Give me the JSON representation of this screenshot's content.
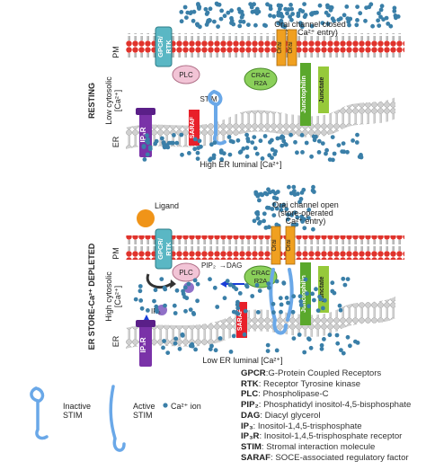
{
  "panels": {
    "resting": {
      "state_label": "RESTING",
      "orai_status_line1": "Orai channel closed",
      "orai_status_line2": "(No Ca²⁺ entry)",
      "pm": "PM",
      "er": "ER",
      "cytosol_line1": "Low cytosolic",
      "cytosol_line2": "[Ca²⁺]",
      "er_luminal": "High ER luminal [Ca²⁺]",
      "gpcr": "GPCR/",
      "rtk": "RTK",
      "plc": "PLC",
      "crac_line1": "CRAC",
      "crac_line2": "R2A",
      "stim": "STIM",
      "ip3r": "IP₃R",
      "saraf": "SARAF",
      "orai1": "Orai",
      "orai2": "Orai",
      "junctophilin": "Junctophilin",
      "junctate": "Junctate"
    },
    "depleted": {
      "state_label": "ER STORE-Ca²⁺ DEPLETED",
      "ligand": "Ligand",
      "orai_status_line1": "Orai channel open",
      "orai_status_line2": "(store-operated",
      "orai_status_line3": "Ca²⁺ entry)",
      "pm": "PM",
      "er": "ER",
      "cytosol_line1": "High cytosolic",
      "cytosol_line2": "[Ca²⁺]",
      "er_luminal": "Low ER luminal [Ca²⁺]",
      "gpcr": "GPCR/",
      "rtk": "RTK",
      "plc": "PLC",
      "pip2": "PIP₂",
      "dag": "→DAG",
      "ip3": "IP₃",
      "crac_line1": "CRAC",
      "crac_line2": "R2A",
      "ip3r": "IP₃R",
      "saraf": "SARAF",
      "orai1": "Orai",
      "orai2": "Orai",
      "junctophilin": "Junctophilin",
      "junctate": "Junctate"
    }
  },
  "key": {
    "inactive_line1": "Inactive",
    "inactive_line2": "STIM",
    "active_line1": "Active",
    "active_line2": "STIM",
    "ca_ion": "Ca²⁺ ion"
  },
  "legend": [
    {
      "abbr": "GPCR",
      "text": ":G-Protein Coupled Receptors"
    },
    {
      "abbr": "RTK",
      "text": ": Receptor Tyrosine kinase"
    },
    {
      "abbr": "PLC",
      "text": ": Phospholipase-C"
    },
    {
      "abbr": "PIP₂",
      "text": ": Phosphatidyl inositol-4,5-bisphosphate"
    },
    {
      "abbr": "DAG",
      "text": ": Diacyl glycerol"
    },
    {
      "abbr": "IP₃",
      "text": ": Inositol-1,4,5-trisphosphate"
    },
    {
      "abbr": "IP₃R",
      "text": ": Inositol-1,4,5-trisphosphate receptor"
    },
    {
      "abbr": "STIM",
      "text": ": Stromal interaction molecule"
    },
    {
      "abbr": "SARAF",
      "text": ": SOCE-associated regulatory factor"
    }
  ],
  "colors": {
    "membrane_head": "#e0332c",
    "er_head": "#c9c9c9",
    "gpcr": "#5ab7c4",
    "plc": "#f2c4d6",
    "crac": "#8bd05a",
    "ip3r": "#7a32a8",
    "saraf": "#e8202a",
    "orai": "#f0a020",
    "junctophilin": "#5aa82c",
    "junctate": "#96c93a",
    "stim": "#6aa8e8",
    "ca_ion": "#3a7fa8",
    "arrow": "#1a3ed8"
  }
}
